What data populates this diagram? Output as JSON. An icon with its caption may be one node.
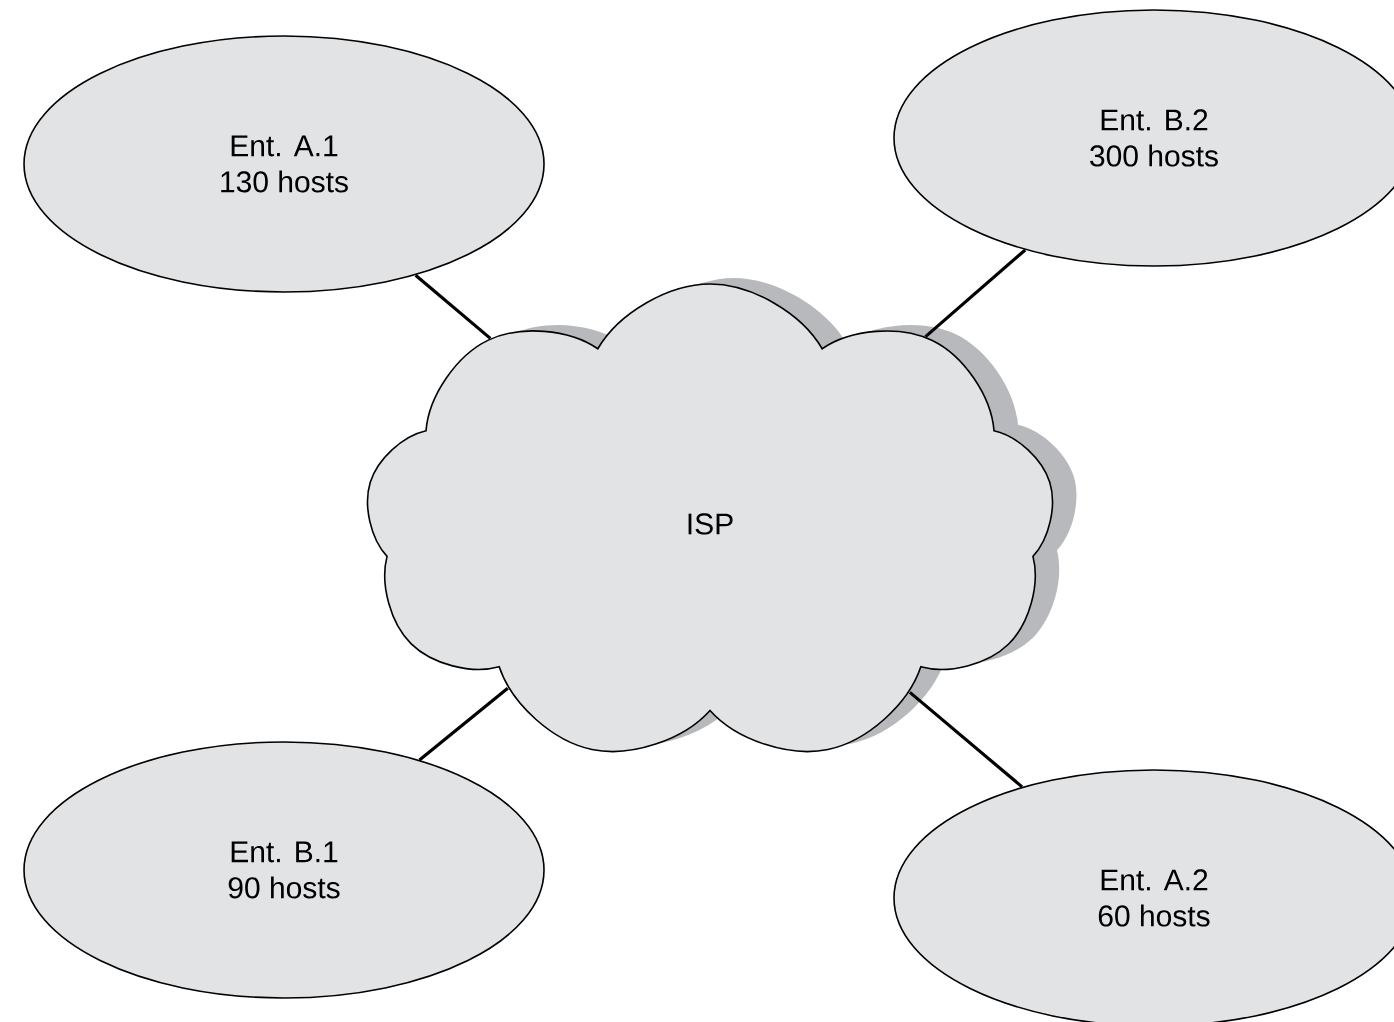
{
  "diagram": {
    "nodes": [
      {
        "text": [
          "Ent. A.1",
          "130 hosts"
        ]
      },
      {
        "text": [
          "Ent. B.2",
          "300 hosts"
        ]
      },
      {
        "text": [
          "ISP"
        ]
      },
      {
        "text": [
          "Ent. B.1",
          "90 hosts"
        ]
      },
      {
        "text": [
          "Ent. A.2",
          "60 hosts"
        ]
      }
    ],
    "edges": [
      {
        "from": 0,
        "to": 2,
        "arrow": "none"
      },
      {
        "from": 1,
        "to": 2,
        "arrow": "none"
      },
      {
        "from": 3,
        "to": 2,
        "arrow": "none"
      },
      {
        "from": 4,
        "to": 2,
        "arrow": "none"
      }
    ]
  }
}
